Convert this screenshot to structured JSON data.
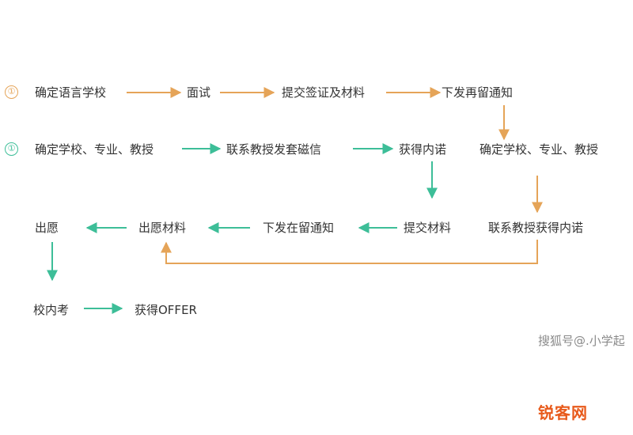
{
  "colors": {
    "orange": "#E5A458",
    "green": "#3DBE98",
    "text": "#333333"
  },
  "row1": {
    "marker": "①",
    "steps": [
      "确定语言学校",
      "面试",
      "提交签证及材料",
      "下发再留通知"
    ]
  },
  "row2": {
    "marker": "①",
    "steps": [
      "确定学校、专业、教授",
      "联系教授发套磁信",
      "获得内诺"
    ]
  },
  "right_column": {
    "step1": "确定学校、专业、教授",
    "step2": "联系教授获得内诺"
  },
  "row3": {
    "steps": [
      "提交材料",
      "下发在留通知",
      "出愿材料",
      "出愿"
    ]
  },
  "row4": {
    "steps": [
      "校内考",
      "获得OFFER"
    ]
  },
  "watermark": "搜狐号@.小学起",
  "logo": "锐客网"
}
